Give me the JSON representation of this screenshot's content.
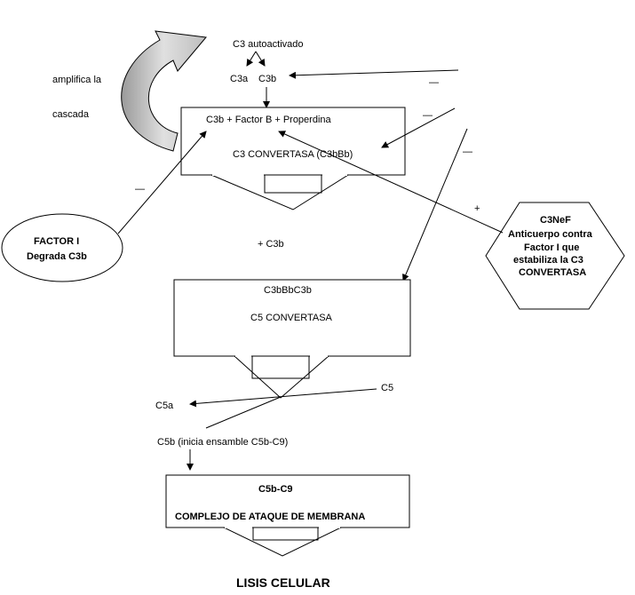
{
  "labels": {
    "c3_autoactivado": "C3 autoactivado",
    "c3a": "C3a",
    "c3b": "C3b",
    "amplifica_1": "amplifica la",
    "amplifica_2": "cascada",
    "c3_convertasa_top": "C3b +  Factor B  + Properdina",
    "c3_convertasa_name": "C3 CONVERTASA (C3bBb)",
    "plus_c3b": "+ C3b",
    "c5_convertasa_top": "C3bBbC3b",
    "c5_convertasa_name": "C5 CONVERTASA",
    "c5": "C5",
    "c5a": "C5a",
    "c5b": "C5b (inicia ensamble C5b-C9)",
    "mac_top": "C5b-C9",
    "mac_name": "COMPLEJO DE ATAQUE DE  MEMBRANA",
    "lisis": "LISIS CELULAR",
    "factor_i_1": "FACTOR I",
    "factor_i_2": "Degrada C3b",
    "c3nef_1": "C3NeF",
    "c3nef_2": "Anticuerpo  contra",
    "c3nef_3": "Factor I que",
    "c3nef_4": "estabiliza la C3",
    "c3nef_5": "CONVERTASA",
    "minus": "—",
    "plus": "+"
  },
  "colors": {
    "line": "#000000",
    "curved_arrow_fill": "#c8c8c8",
    "background": "#ffffff"
  }
}
